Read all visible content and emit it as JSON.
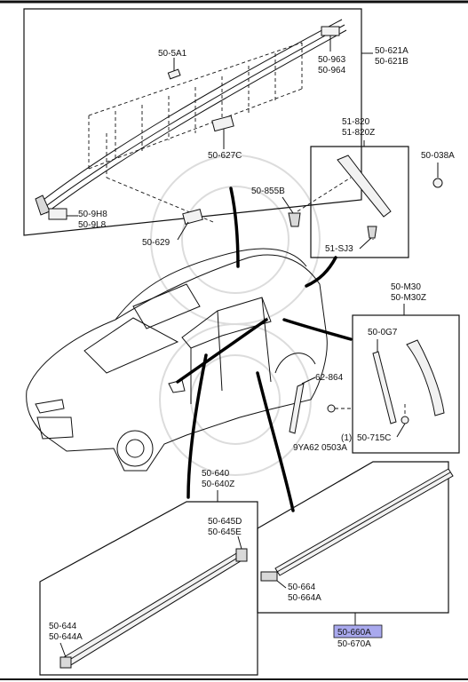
{
  "labels": {
    "roof_trim_upper": "50-621A",
    "roof_trim_lower": "50-621B",
    "clip_963": "50-963",
    "clip_964": "50-964",
    "clip_5a1": "50-5A1",
    "clip_627c": "50-627C",
    "end_9h8": "50-9H8",
    "end_9l8": "50-9L8",
    "clip_629": "50-629",
    "garnish_820": "51-820",
    "garnish_820z": "51-820Z",
    "screw_038a": "50-038A",
    "clip_855b": "50-855B",
    "clip_sj3": "51-SJ3",
    "mould_m30": "50-M30",
    "mould_m30z": "50-M30Z",
    "strip_0g7": "50-0G7",
    "strip_864": "62-864",
    "bolt_prefix": "(1)",
    "bolt_9ya62": "9YA62 0503A",
    "clip_715c": "50-715C",
    "sill_640": "50-640",
    "sill_640z": "50-640Z",
    "cap_645d": "50-645D",
    "cap_645e": "50-645E",
    "cap_644": "50-644",
    "cap_644a": "50-644A",
    "cap_664": "50-664",
    "cap_664a": "50-664A",
    "mould_660a": "50-660A",
    "mould_670a": "50-670A"
  },
  "colors": {
    "line": "#111111",
    "highlight": "#a9a9ee"
  },
  "highlighted_label": "50-660A"
}
